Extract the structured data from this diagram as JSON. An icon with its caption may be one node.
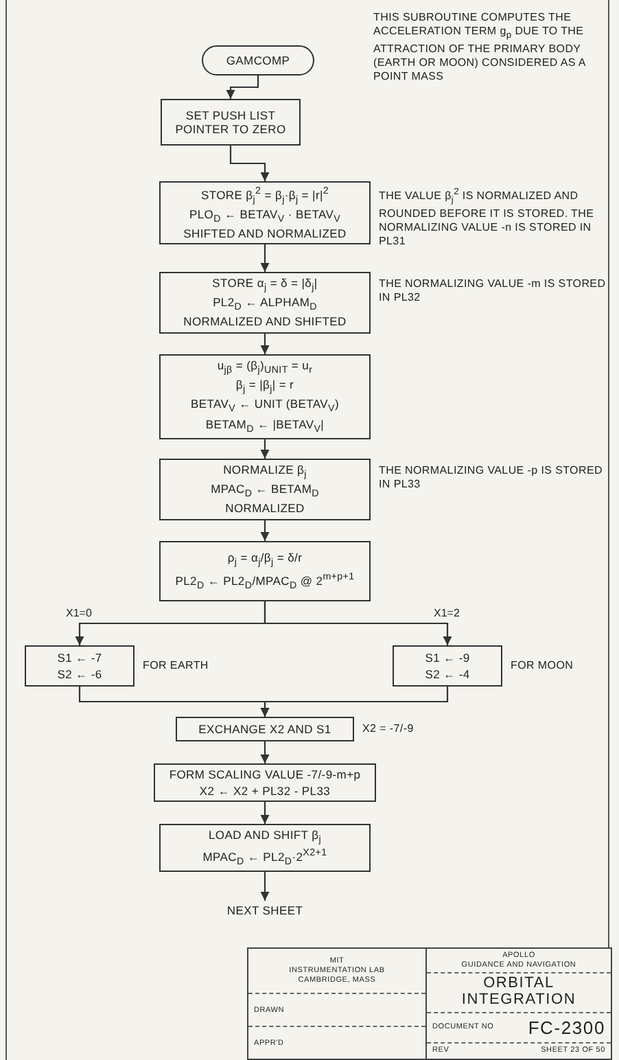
{
  "diagram": {
    "nodes": [
      {
        "text": [
          "GAMCOMP"
        ]
      },
      {
        "text": [
          "SET PUSH LIST POINTER TO ZERO"
        ]
      },
      {
        "text": [
          "STORE β$_{j}$$^{2}$ = β$_{j}$·β$_{j}$ = |r|$^{2}$",
          "PLO$_{D}$ ← BETAV$_{V}$ · BETAV$_{V}$",
          "SHIFTED AND NORMALIZED"
        ],
        "beside": [
          "THE VALUE β$_{j}$$^{2}$ IS NORMALIZED AND ROUNDED BEFORE IT IS STORED. THE NORMALIZING VALUE -n IS STORED IN PL31"
        ]
      },
      {
        "text": [
          "STORE α$_{j}$ = δ = |δ$_{j}$|",
          "PL2$_{D}$ ← ALPHAM$_{D}$",
          "NORMALIZED AND SHIFTED"
        ],
        "beside": [
          "THE NORMALIZING VALUE -m IS STORED IN PL32"
        ]
      },
      {
        "text": [
          "u$_{jβ}$ = (β$_{j}$)$_{UNIT}$ = u$_{r}$",
          "β$_{j}$ = |β$_{j}$| = r",
          "BETAV$_{V}$ ← UNIT (BETAV$_{V}$)",
          "BETAM$_{D}$ ← |BETAV$_{V}$|"
        ]
      },
      {
        "text": [
          "NORMALIZE β$_{j}$",
          "MPAC$_{D}$ ← BETAM$_{D}$",
          "NORMALIZED"
        ],
        "beside": [
          "THE NORMALIZING VALUE -p IS STORED IN PL33"
        ]
      },
      {
        "text": [
          "ρ$_{j}$ = α$_{j}$/β$_{j}$ = δ/r",
          "PL2$_{D}$ ← PL2$_{D}$/MPAC$_{D}$ @ 2$^{m+p+1}$"
        ]
      },
      {
        "text": [
          "S1 ← -7",
          "S2 ← -6"
        ],
        "beside": [
          "FOR EARTH"
        ]
      },
      {
        "text": [
          "S1 ← -9",
          "S2 ← -4"
        ],
        "beside": [
          "FOR MOON"
        ]
      },
      {
        "text": [
          "EXCHANGE X2 AND S1"
        ],
        "beside": [
          "X2 = -7/-9"
        ]
      },
      {
        "text": [
          "FORM SCALING VALUE -7/-9-m+p",
          "X2 ← X2 + PL32 - PL33"
        ]
      },
      {
        "text": [
          "LOAD AND SHIFT β$_{j}$",
          "MPAC$_{D}$ ← PL2$_{D}$·2$^{X2+1}$"
        ]
      },
      {
        "text": [
          "NEXT SHEET"
        ]
      }
    ],
    "edges": [
      {
        "from": 0,
        "to": 1,
        "arrow": "to"
      },
      {
        "from": 1,
        "to": 2,
        "arrow": "to"
      },
      {
        "from": 2,
        "to": 3,
        "arrow": "to"
      },
      {
        "from": 3,
        "to": 4,
        "arrow": "to"
      },
      {
        "from": 4,
        "to": 5,
        "arrow": "to"
      },
      {
        "from": 5,
        "to": 6,
        "arrow": "to"
      },
      {
        "from": 6,
        "to": 7,
        "arrow": "to",
        "label": "X1=0"
      },
      {
        "from": 6,
        "to": 8,
        "arrow": "to",
        "label": "X1=2"
      },
      {
        "from": 7,
        "to": 9,
        "arrow": "to"
      },
      {
        "from": 8,
        "to": 9,
        "arrow": "to"
      },
      {
        "from": 9,
        "to": 10,
        "arrow": "to"
      },
      {
        "from": 10,
        "to": 11,
        "arrow": "to"
      },
      {
        "from": 11,
        "to": 12,
        "arrow": "to"
      }
    ],
    "labels": [
      "THIS SUBROUTINE COMPUTES THE ACCELERATION TERM g$_{p}$ DUE TO THE ATTRACTION OF THE PRIMARY BODY (EARTH OR MOON) CONSIDERED AS A POINT MASS",
      "MIT",
      "INSTRUMENTATION LAB",
      "CAMBRIDGE, MASS",
      "DRAWN",
      "APPR'D",
      "APOLLO",
      "GUIDANCE AND NAVIGATION",
      "ORBITAL INTEGRATION",
      "DOCUMENT NO",
      "FC-2300",
      "REV",
      "SHEET 23 OF 50"
    ]
  }
}
